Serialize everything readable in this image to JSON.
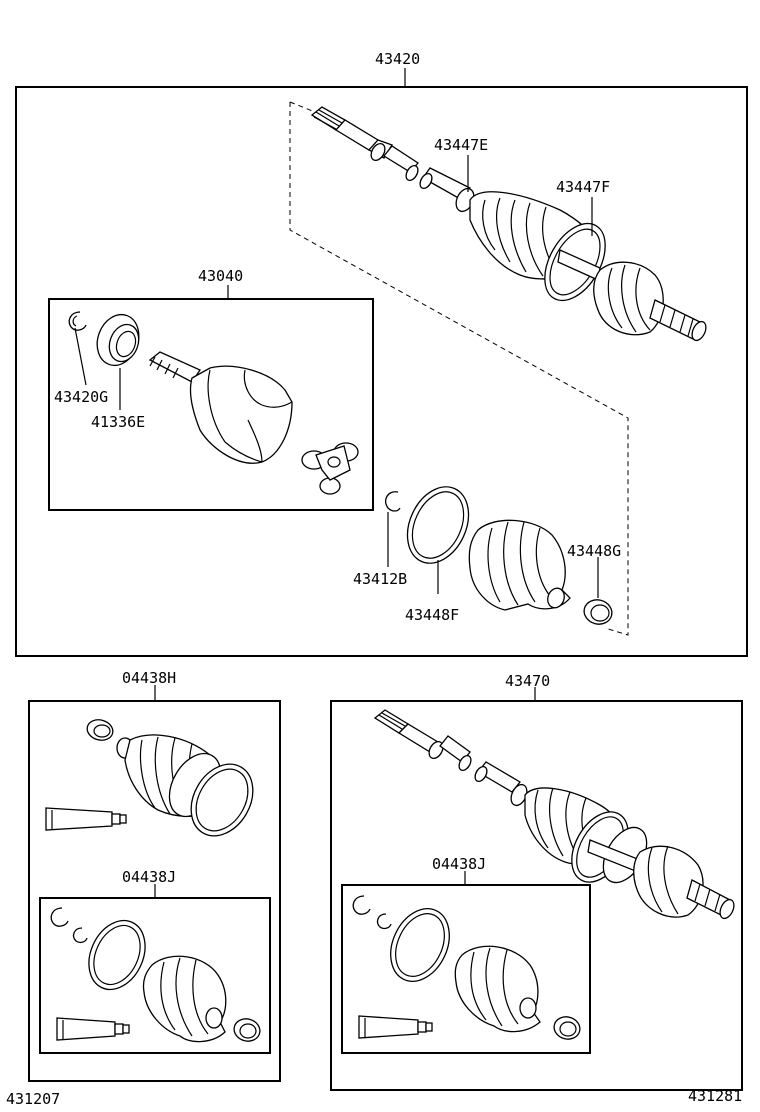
{
  "diagram": {
    "main_assembly": "43420",
    "inboard_joint_kit": "43040",
    "labels": {
      "boot_clamp_large": "43447E",
      "boot_clamp_small": "43447F",
      "snap_ring": "43420G",
      "dust_seal": "41336E",
      "hole_snap_ring": "43412B",
      "inboard_boot_band": "43448F",
      "inboard_boot_clamp": "43448G"
    },
    "boot_kit_outboard": "04438H",
    "boot_kit_inner_a": "04438J",
    "shaft_assembly_rh": "43470",
    "boot_kit_inner_b": "04438J",
    "figure_code_left": "431207",
    "figure_code_right": "431281"
  },
  "colors": {
    "line": "#000000",
    "background": "#ffffff"
  }
}
